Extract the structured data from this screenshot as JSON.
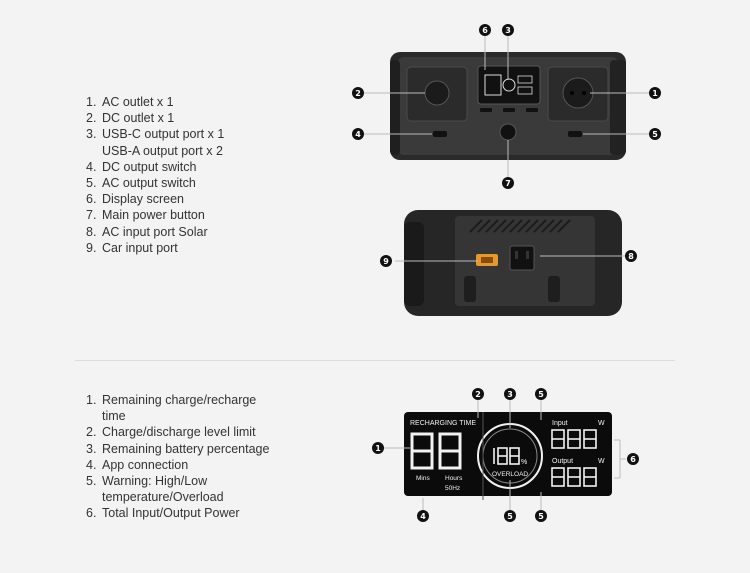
{
  "product_list": [
    {
      "n": "1.",
      "text": "AC outlet x 1"
    },
    {
      "n": "2.",
      "text": "DC outlet x 1"
    },
    {
      "n": "3.",
      "text": "USB-C output port x 1"
    },
    {
      "n": "",
      "text": "USB-A output port x 2"
    },
    {
      "n": "4.",
      "text": "DC output switch"
    },
    {
      "n": "5.",
      "text": "AC output switch"
    },
    {
      "n": "6.",
      "text": "Display screen"
    },
    {
      "n": "7.",
      "text": "Main power button"
    },
    {
      "n": "8.",
      "text": "AC input port Solar"
    },
    {
      "n": "9.",
      "text": "Car input port"
    }
  ],
  "display_list": [
    {
      "n": "1.",
      "text": "Remaining charge/recharge"
    },
    {
      "n": "",
      "text": "time"
    },
    {
      "n": "2.",
      "text": "Charge/discharge level limit"
    },
    {
      "n": "3.",
      "text": "Remaining battery percentage"
    },
    {
      "n": "4.",
      "text": "App connection"
    },
    {
      "n": "5.",
      "text": "Warning: High/Low"
    },
    {
      "n": "",
      "text": "temperature/Overload"
    },
    {
      "n": "6.",
      "text": "Total Input/Output Power"
    }
  ],
  "front_badges": {
    "b1": "1",
    "b2": "2",
    "b3": "3",
    "b4": "4",
    "b5": "5",
    "b6": "6",
    "b7": "7"
  },
  "back_badges": {
    "b8": "8",
    "b9": "9"
  },
  "screen_badges": {
    "b1": "1",
    "b2": "2",
    "b3": "3",
    "b4": "4",
    "b5a": "5",
    "b5b": "5",
    "b5c": "5",
    "b6": "6"
  },
  "screen": {
    "recharging_time": "RECHARGING TIME",
    "mins": "Mins",
    "hours": "Hours",
    "hz": "50Hz",
    "overload": "OVERLOAD",
    "percent": "%",
    "input": "Input",
    "output": "Output",
    "w_in": "W",
    "w_out": "W"
  },
  "colors": {
    "badge": "#111111",
    "device": "#2b2b2b",
    "screen": "#0b0b0b",
    "screen_text": "#f2f2f2"
  }
}
